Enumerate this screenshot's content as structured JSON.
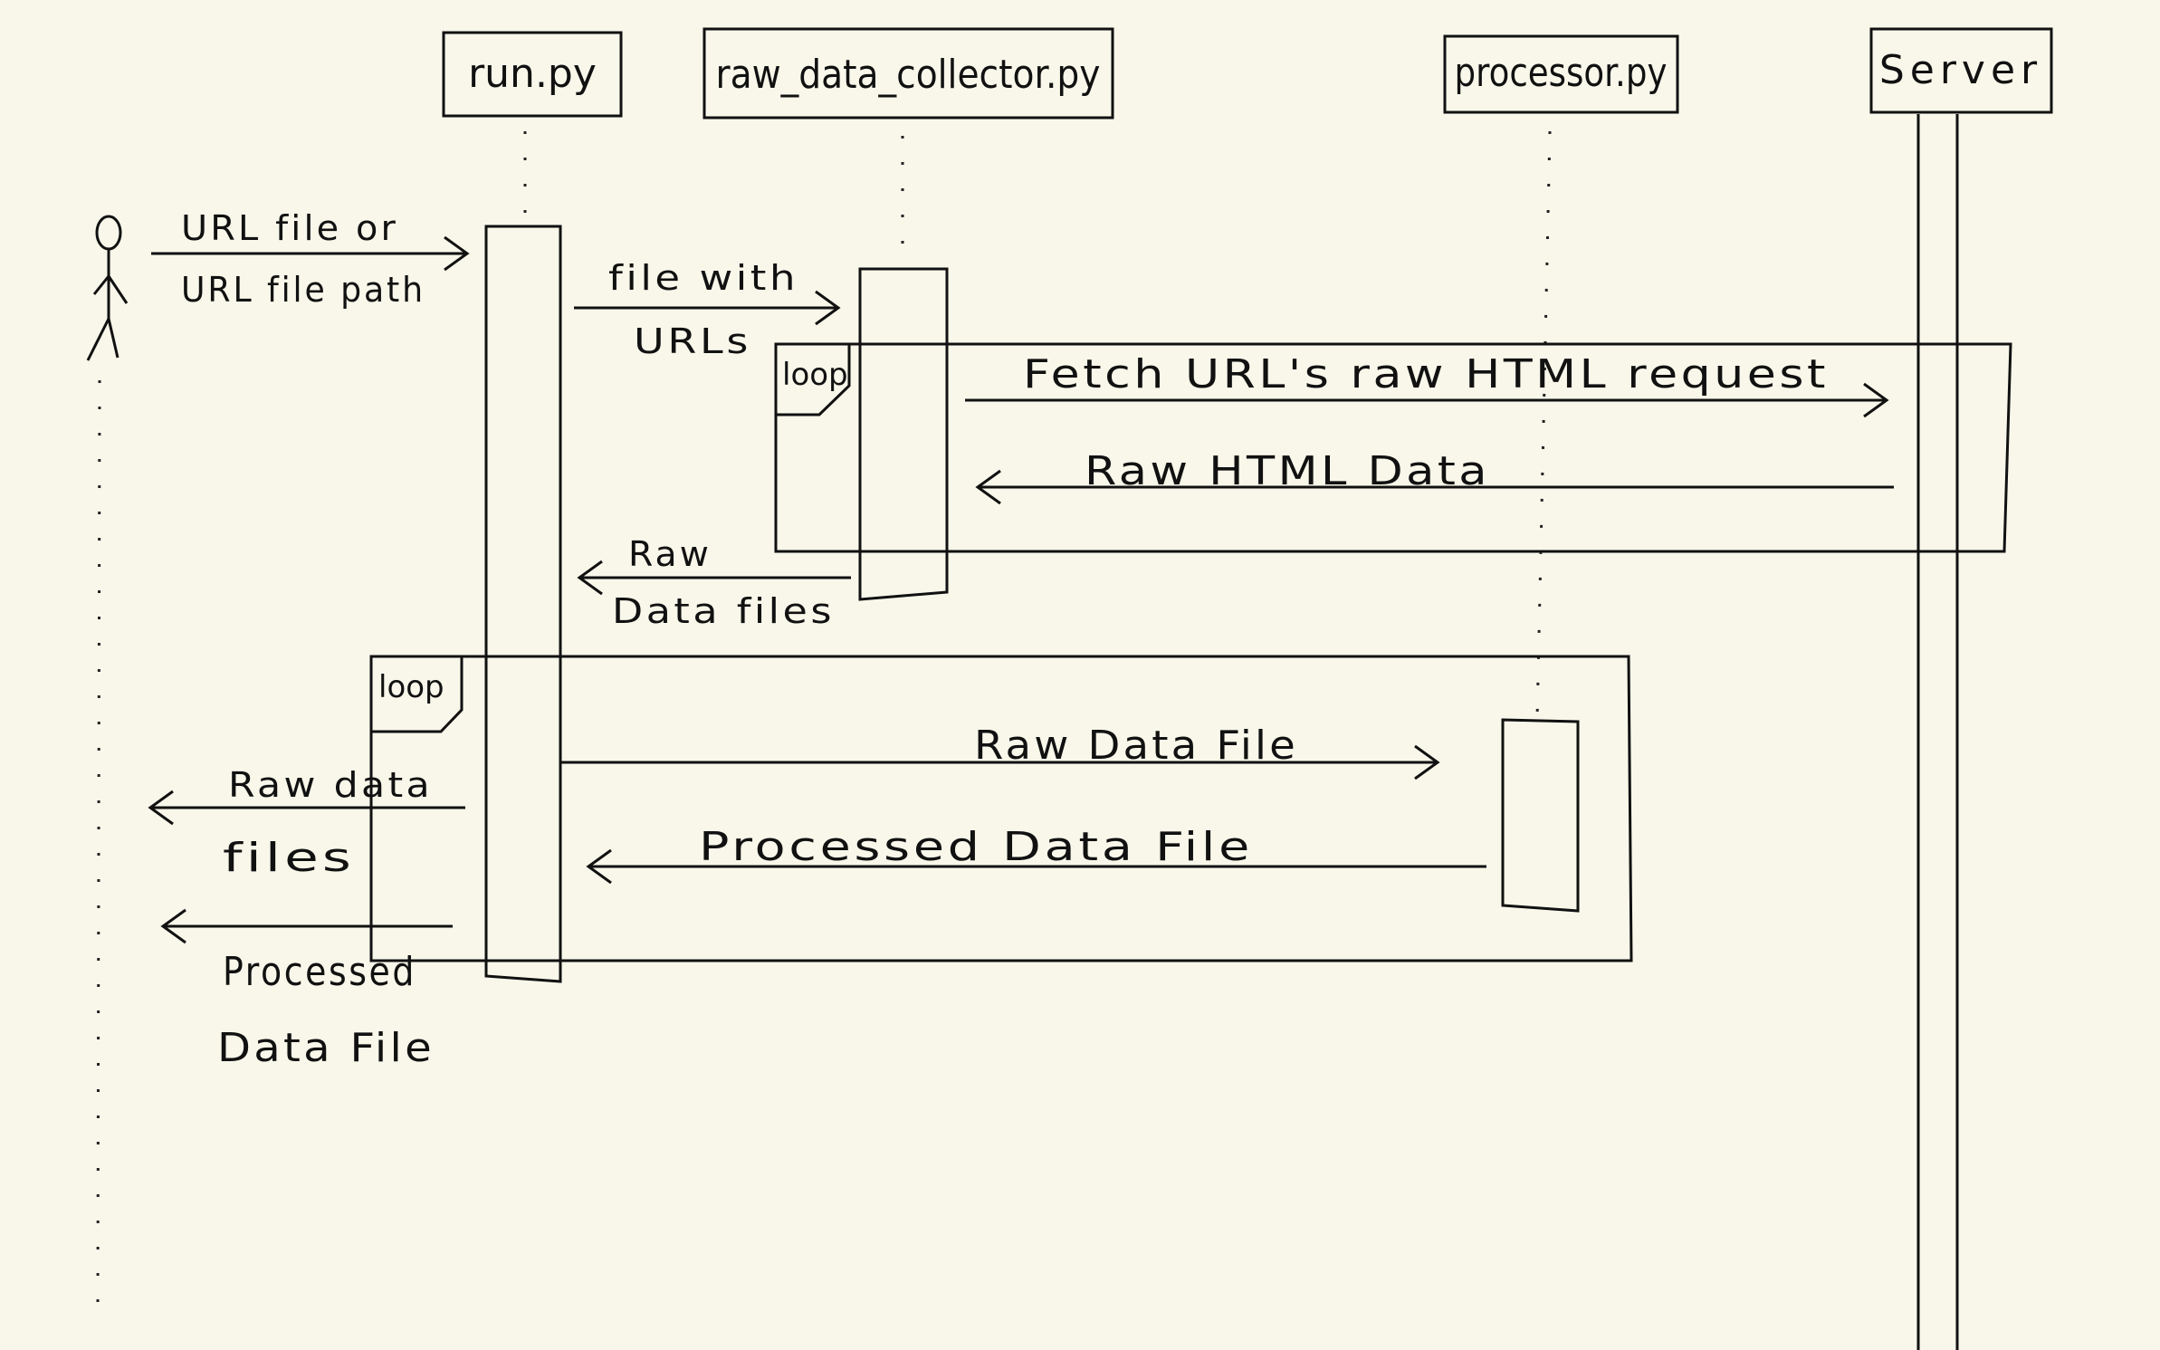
{
  "participants": {
    "actor": "",
    "run": "run.py",
    "collector": "raw_data_collector.py",
    "processor": "processor.py",
    "server": "Server"
  },
  "loops": {
    "fetch": "loop",
    "process": "loop"
  },
  "messages": {
    "url_file_1": "URL file or",
    "url_file_2": "URL file path",
    "file_urls_1": "file with",
    "file_urls_2": "URLs",
    "fetch_request": "Fetch URL's raw HTML request",
    "raw_html_data": "Raw HTML Data",
    "raw_data_files_1": "Raw",
    "raw_data_files_2": "Data files",
    "raw_data_file": "Raw Data File",
    "processed_data_file": "Processed Data File",
    "out_raw_1": "Raw data",
    "out_raw_2": "files",
    "out_processed_1": "Processed",
    "out_processed_2": "Data File"
  }
}
